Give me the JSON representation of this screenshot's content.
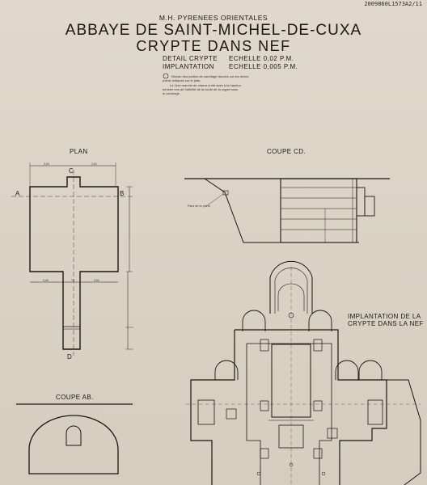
{
  "header": {
    "reference": "2009860L1573A2/11",
    "organisation": "M.H. PYRENEES ORIENTALES",
    "title_line1": "ABBAYE DE SAINT-MICHEL-DE-CUXA",
    "title_line2": "CRYPTE DANS NEF",
    "scale_rows": [
      {
        "label": "DETAIL CRYPTE",
        "value": "ECHELLE 0,02 P.M."
      },
      {
        "label": "IMPLANTATION",
        "value": "ECHELLE 0,005 P.M."
      }
    ],
    "note_lines": [
      "Niveau des parties de carrelage trouvés sur les divers",
      "points indiqués sur le plan.",
      "La 1ère marche de chœur à été avec à la hauteur",
      "tombée lors de l'attérilé de la voûte de la crypte sous",
      "le carrelage."
    ]
  },
  "plan": {
    "title": "PLAN",
    "section_letters": {
      "a": "A",
      "b": "B",
      "c": "C",
      "d": "D"
    },
    "dim_top_left": "3,54",
    "dim_top_right": "3,52",
    "dim_bottom_left": "3,40",
    "dim_bottom_mid": "70",
    "dim_bottom_right": "3,50"
  },
  "coupe_cd": {
    "title": "COUPE CD.",
    "annotation": "Paroi de en pierre"
  },
  "coupe_ab": {
    "title": "COUPE AB."
  },
  "implantation": {
    "title_line1": "IMPLANTATION DE LA",
    "title_line2": "CRYPTE DANS LA NEF"
  },
  "colors": {
    "paper": "#dcd5c6",
    "ink": "#1a1814"
  }
}
